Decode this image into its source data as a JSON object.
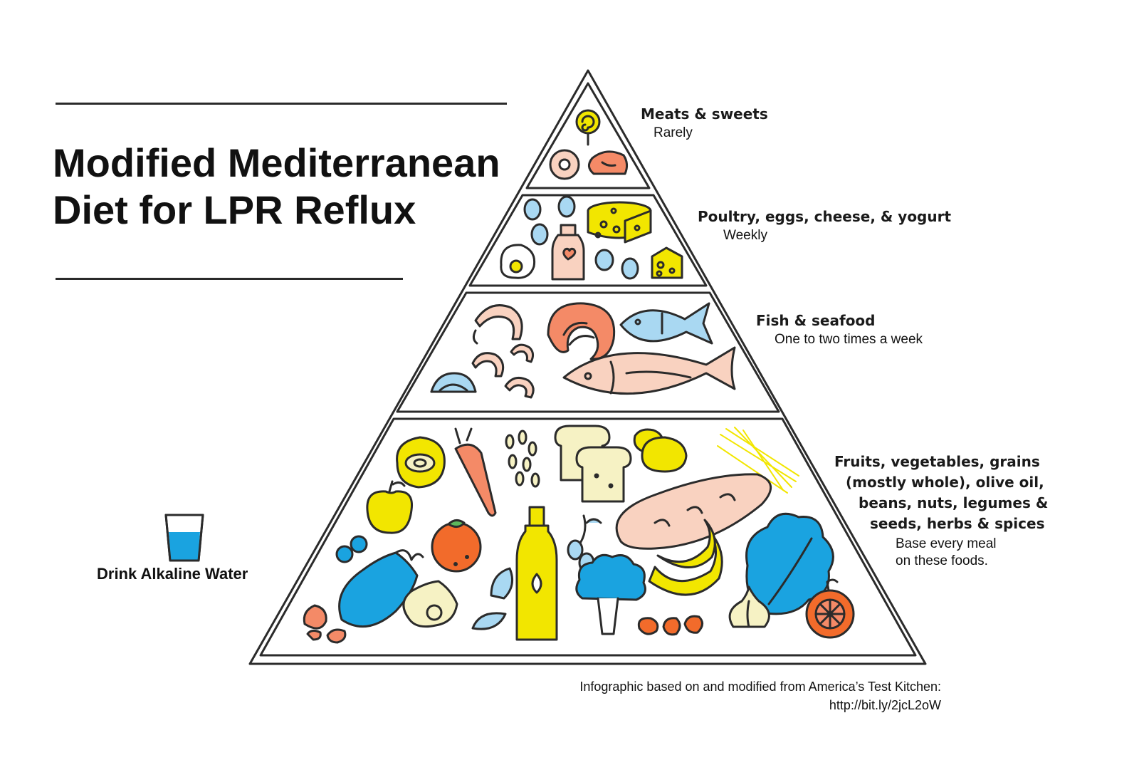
{
  "title": {
    "line1": "Modified Mediterranean",
    "line2": "Diet for LPR Reflux"
  },
  "tiers": [
    {
      "name_lines": [
        "Meats & sweets"
      ],
      "frequency_lines": [
        "Rarely"
      ]
    },
    {
      "name_lines": [
        "Poultry, eggs, cheese, & yogurt"
      ],
      "frequency_lines": [
        "Weekly"
      ]
    },
    {
      "name_lines": [
        "Fish & seafood"
      ],
      "frequency_lines": [
        "One to two times a week"
      ]
    },
    {
      "name_lines": [
        "Fruits, vegetables, grains",
        "(mostly whole), olive oil,",
        "beans, nuts, legumes &",
        "seeds, herbs & spices"
      ],
      "frequency_lines": [
        "Base every meal",
        "on these foods."
      ]
    }
  ],
  "water": {
    "label": "Drink Alkaline Water",
    "icon": "glass-of-water-icon"
  },
  "credit": {
    "line1": "Infographic based on and modified from America’s Test Kitchen:",
    "line2": "http://bit.ly/2jcL2oW"
  },
  "colors": {
    "outline": "#2b2b2b",
    "yellow": "#f2e600",
    "salmon": "#f48a67",
    "peach": "#f9d2c0",
    "light_blue": "#a9d8f2",
    "blue": "#1aa3e0",
    "orange": "#f26b2b",
    "cream": "#f6f2c4",
    "green": "#5cb85c"
  }
}
